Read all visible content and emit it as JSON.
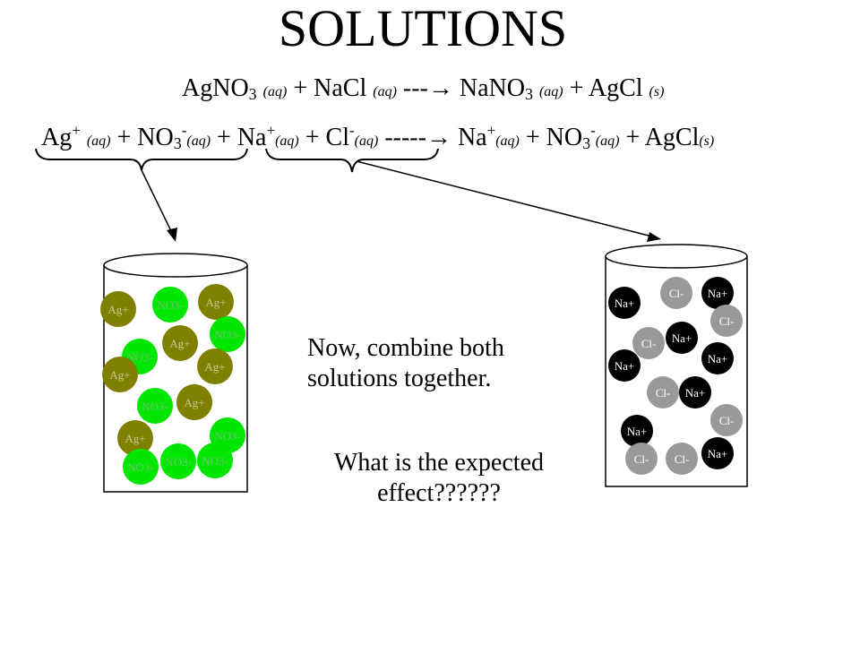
{
  "title": "SOLUTIONS",
  "eq1": {
    "agno3": "AgNO",
    "agno3_sub": "3",
    "aq1": "(aq)",
    "plus1": "+ NaCl",
    "aq2": "(aq)",
    "arrow": "---→",
    "nano3": "NaNO",
    "nano3_sub": "3",
    "aq3": "(aq)",
    "plus2": "+ AgCl",
    "s": "(s)"
  },
  "eq2": {
    "ag": "Ag",
    "ag_sup": "+",
    "aq1": "(aq)",
    "no3": "+ NO",
    "no3_sub": "3",
    "no3_sup": "-",
    "aq2": "(aq)",
    "na": "+  Na",
    "na_sup": "+",
    "aq3": "(aq)",
    "cl": "+ Cl",
    "cl_sup": "-",
    "aq4": "(aq)",
    "arrow": "-----→",
    "na2": "Na",
    "na2_sup": "+",
    "aq5": "(aq)",
    "no3b": "+ NO",
    "no3b_sub": "3",
    "no3b_sup": "-",
    "aq6": "(aq)",
    "agcl": "+ AgCl",
    "s": "(s)"
  },
  "note1": {
    "line1": "Now, combine both",
    "line2": "solutions together."
  },
  "note2": {
    "line1": "What is the expected",
    "line2": "effect??????"
  },
  "colors": {
    "ag_ion": "#808000",
    "no3_ion": "#00e600",
    "na_ion": "#000000",
    "cl_ion": "#999999"
  },
  "beaker_left": {
    "ions": [
      {
        "label": "Ag+",
        "kind": "ag"
      },
      {
        "label": "NO3-",
        "kind": "no3"
      },
      {
        "label": "Ag+",
        "kind": "ag"
      },
      {
        "label": "NO3-",
        "kind": "no3"
      },
      {
        "label": "NO3-",
        "kind": "no3"
      },
      {
        "label": "Ag+",
        "kind": "ag"
      },
      {
        "label": "Ag+",
        "kind": "ag"
      },
      {
        "label": "Ag+",
        "kind": "ag"
      },
      {
        "label": "NO3-",
        "kind": "no3"
      },
      {
        "label": "Ag+",
        "kind": "ag"
      },
      {
        "label": "NO3-",
        "kind": "no3"
      },
      {
        "label": "Ag+",
        "kind": "ag"
      },
      {
        "label": "NO3-",
        "kind": "no3"
      },
      {
        "label": "NO3-",
        "kind": "no3"
      },
      {
        "label": "NO3-",
        "kind": "no3"
      },
      {
        "label": "Ag+",
        "kind": "ag"
      }
    ]
  },
  "beaker_right": {
    "ions": [
      {
        "label": "Na+",
        "kind": "na"
      },
      {
        "label": "Cl-",
        "kind": "cl"
      },
      {
        "label": "Na+",
        "kind": "na"
      },
      {
        "label": "Cl-",
        "kind": "cl"
      },
      {
        "label": "Cl-",
        "kind": "cl"
      },
      {
        "label": "Na+",
        "kind": "na"
      },
      {
        "label": "Na+",
        "kind": "na"
      },
      {
        "label": "Na+",
        "kind": "na"
      },
      {
        "label": "Cl-",
        "kind": "cl"
      },
      {
        "label": "Na+",
        "kind": "na"
      },
      {
        "label": "Cl-",
        "kind": "cl"
      },
      {
        "label": "Na+",
        "kind": "na"
      },
      {
        "label": "Cl-",
        "kind": "cl"
      },
      {
        "label": "Cl-",
        "kind": "cl"
      },
      {
        "label": "Na+",
        "kind": "na"
      }
    ]
  }
}
